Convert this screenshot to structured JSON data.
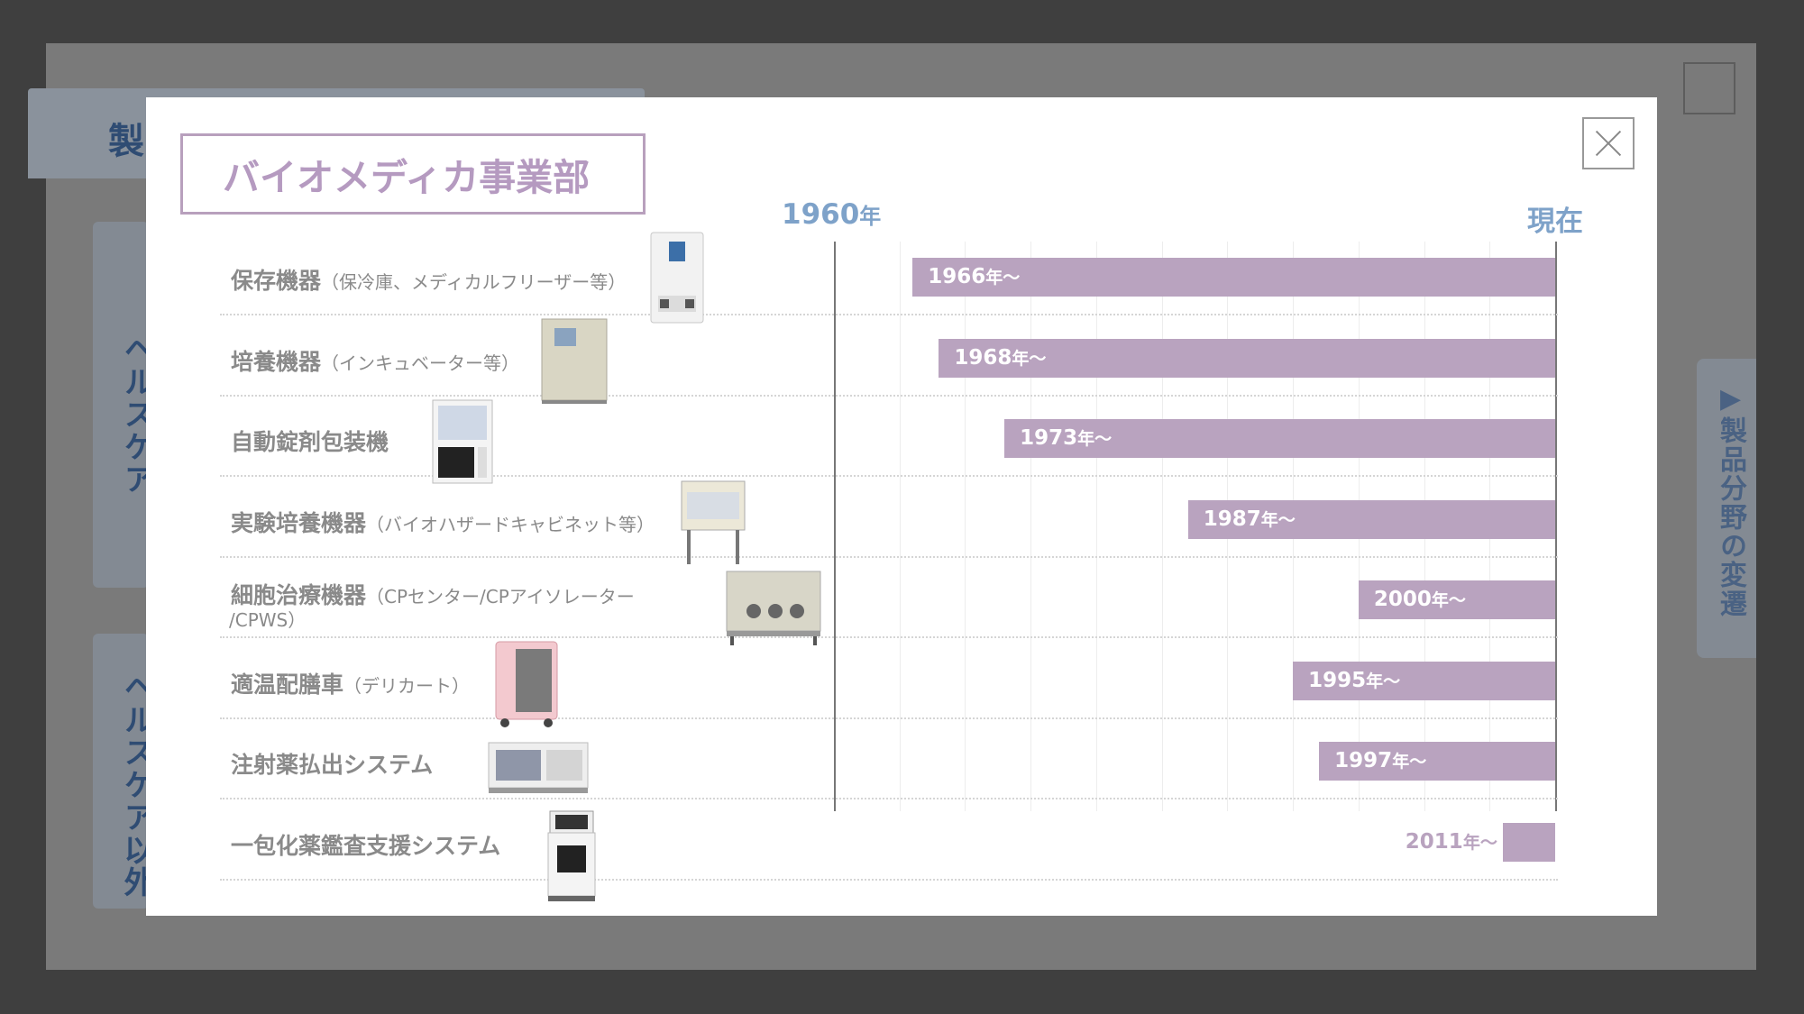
{
  "background": {
    "tab_title": "製",
    "sidebar_labels": [
      "ヘルスケア",
      "ヘルスケア以外"
    ],
    "right_tab_label": "▶製品分野の変遷"
  },
  "modal": {
    "title": "バイオメディカ事業部",
    "axis_start": "1960",
    "axis_start_suffix": "年",
    "axis_end": "現在"
  },
  "chart_data": {
    "type": "bar",
    "orientation": "horizontal",
    "categories": [
      "保存機器（保冷庫、メディカルフリーザー等）",
      "培養機器（インキュベーター等）",
      "自動錠剤包装機",
      "実験培養機器（バイオハザードキャビネット等）",
      "細胞治療機器（CPセンター/CPアイソレーター/CPWS）",
      "適温配膳車（デリカート）",
      "注射薬払出システム",
      "一包化薬鑑査支援システム"
    ],
    "start_years": [
      1966,
      1968,
      1973,
      1987,
      2000,
      1995,
      1997,
      2011
    ],
    "end": "現在",
    "xlim": [
      1960,
      2015
    ],
    "rows": [
      {
        "name": "保存機器",
        "sub": "（保冷庫、メディカルフリーザー等）",
        "year": "1966",
        "suffix": "年～"
      },
      {
        "name": "培養機器",
        "sub": "（インキュベーター等）",
        "year": "1968",
        "suffix": "年～"
      },
      {
        "name": "自動錠剤包装機",
        "sub": "",
        "year": "1973",
        "suffix": "年～"
      },
      {
        "name": "実験培養機器",
        "sub": "（バイオハザードキャビネット等）",
        "year": "1987",
        "suffix": "年～"
      },
      {
        "name": "細胞治療機器",
        "sub": "（CPセンター/CPアイソレーター",
        "sub2": "/CPWS）",
        "year": "2000",
        "suffix": "年～"
      },
      {
        "name": "適温配膳車",
        "sub": "（デリカート）",
        "year": "1995",
        "suffix": "年～"
      },
      {
        "name": "注射薬払出システム",
        "sub": "",
        "year": "1997",
        "suffix": "年～"
      },
      {
        "name": "一包化薬鑑査支援システム",
        "sub": "",
        "year": "2011",
        "suffix": "年～"
      }
    ],
    "bar_color": "#b9a3bf"
  },
  "colors": {
    "accent_purple": "#b59ac0",
    "axis_blue": "#7ea2c9"
  }
}
